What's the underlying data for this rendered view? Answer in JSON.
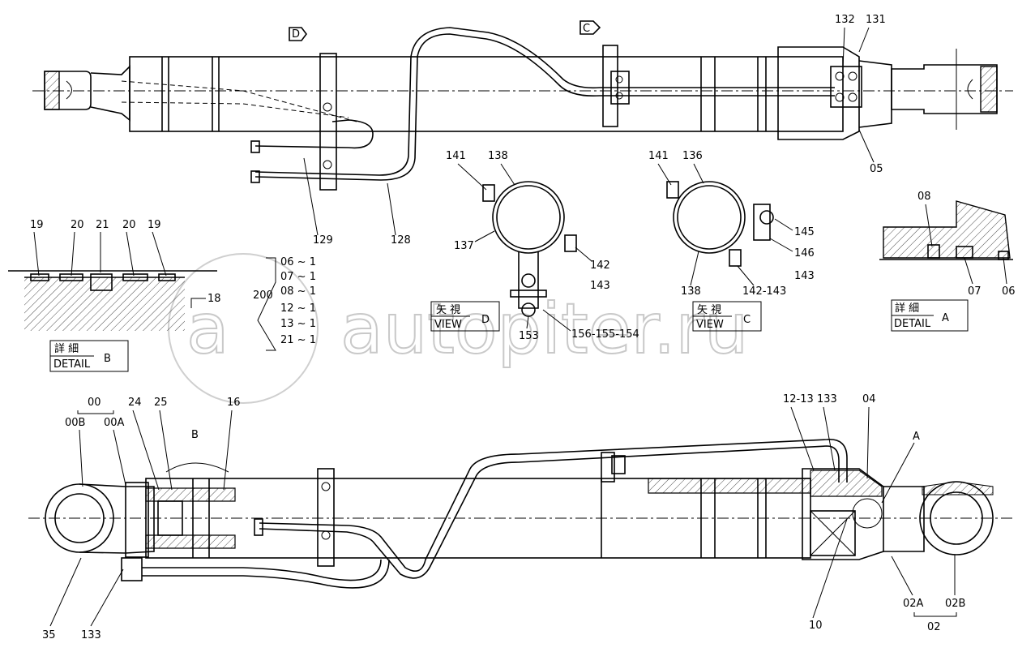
{
  "watermark": {
    "text": "autopiter.ru",
    "logo_letter": "a"
  },
  "views": {
    "d_arrow": "D",
    "c_arrow": "C",
    "view_d": {
      "jp": "矢 視",
      "en": "VIEW",
      "letter": "D"
    },
    "view_c": {
      "jp": "矢 視",
      "en": "VIEW",
      "letter": "C"
    },
    "detail_a": {
      "jp": "詳 細",
      "en": "DETAIL",
      "letter": "A"
    },
    "detail_b": {
      "jp": "詳 細",
      "en": "DETAIL",
      "letter": "B"
    },
    "detail_b_mark": "B",
    "detail_a_mark": "A"
  },
  "labels": {
    "p132": "132",
    "p131": "131",
    "p05": "05",
    "p129": "129",
    "p128": "128",
    "d141": "141",
    "d138": "138",
    "d137": "137",
    "d142": "142",
    "d143": "143",
    "d153": "153",
    "d156": "156-155-154",
    "c141": "141",
    "c136": "136",
    "c145": "145",
    "c146": "146",
    "c143": "143",
    "c138": "138",
    "c142": "142-143",
    "a08": "08",
    "a07": "07",
    "a06": "06",
    "b19a": "19",
    "b20a": "20",
    "b21": "21",
    "b20b": "20",
    "b19b": "19",
    "b18": "18",
    "kit200": "200",
    "kit": [
      "06 ~ 1",
      "07 ~ 1",
      "08 ~ 1",
      "12 ~ 1",
      "13 ~ 1",
      "21 ~ 1"
    ],
    "l00": "00",
    "l00b": "00B",
    "l00a": "00A",
    "l24": "24",
    "l25": "25",
    "l16": "16",
    "l1213": "12-13",
    "l133top": "133",
    "l04": "04",
    "l35": "35",
    "l133": "133",
    "l10": "10",
    "l02a": "02A",
    "l02b": "02B",
    "l02": "02"
  }
}
